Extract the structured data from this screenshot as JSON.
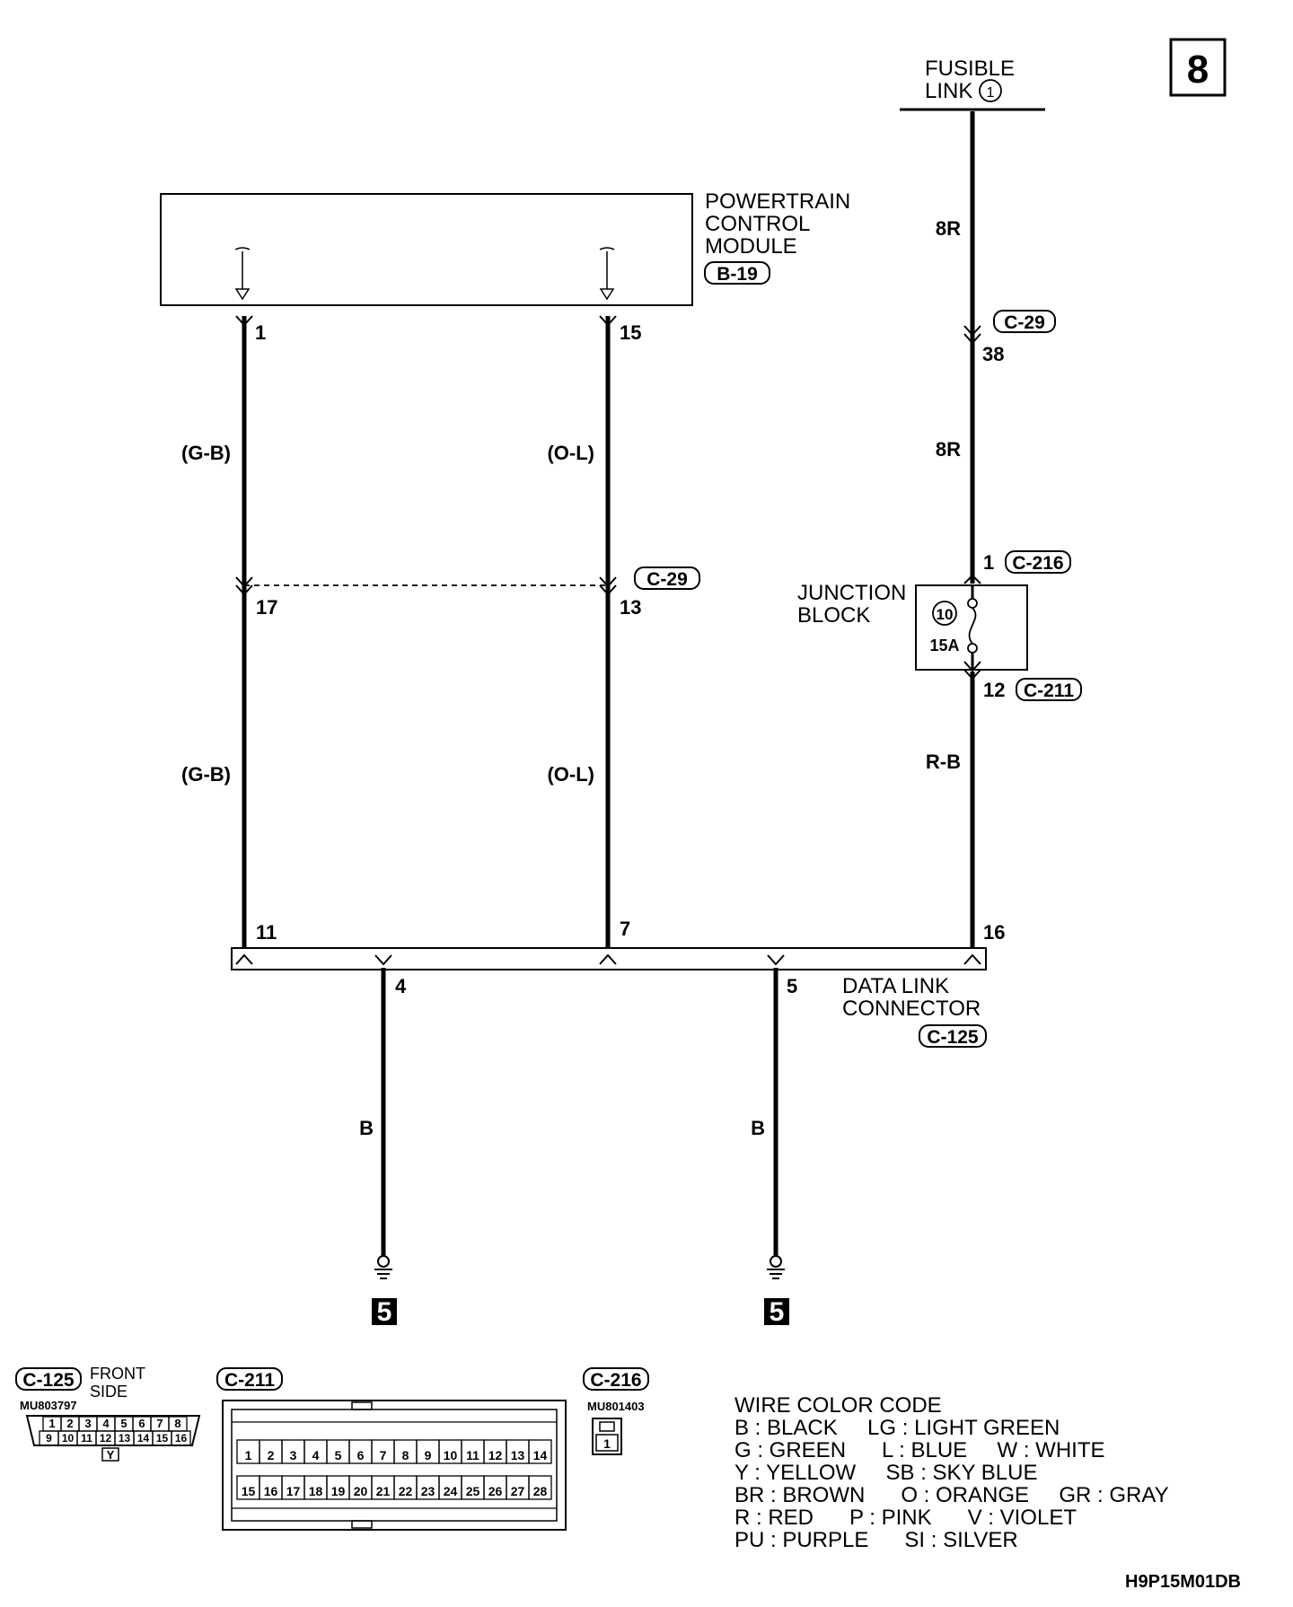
{
  "page_number": "8",
  "diagram_code": "H9P15M01DB",
  "fusible_link": {
    "line1": "FUSIBLE",
    "line2": "LINK",
    "number": "1"
  },
  "pcm": {
    "line1": "POWERTRAIN",
    "line2": "CONTROL",
    "line3": "MODULE",
    "connector": "B-19"
  },
  "junction_block": {
    "line1": "JUNCTION",
    "line2": "BLOCK",
    "fuse_number": "10",
    "fuse_rating": "15A"
  },
  "dlc": {
    "line1": "DATA LINK",
    "line2": "CONNECTOR",
    "connector": "C-125"
  },
  "connectors": {
    "c29_top": "C-29",
    "c29_mid": "C-29",
    "c216": "C-216",
    "c211": "C-211"
  },
  "pins": {
    "pcm_1": "1",
    "pcm_15": "15",
    "c29_38": "38",
    "c29_17": "17",
    "c29_13": "13",
    "c216_1": "1",
    "c211_12": "12",
    "dlc_11": "11",
    "dlc_7": "7",
    "dlc_16": "16",
    "dlc_4": "4",
    "dlc_5": "5"
  },
  "wire_colors": {
    "left_upper": "(G-B)",
    "left_lower": "(G-B)",
    "mid_upper": "(O-L)",
    "mid_lower": "(O-L)",
    "right_top": "8R",
    "right_mid": "8R",
    "right_lower": "R-B",
    "ground_left": "B",
    "ground_right": "B"
  },
  "grounds": {
    "left": "5",
    "right": "5"
  },
  "connector_views": {
    "c125": {
      "label": "C-125",
      "note_line1": "FRONT",
      "note_line2": "SIDE",
      "part": "MU803797",
      "row1": [
        "1",
        "2",
        "3",
        "4",
        "5",
        "6",
        "7",
        "8"
      ],
      "row2": [
        "9",
        "10",
        "11",
        "12",
        "13",
        "14",
        "15",
        "16"
      ],
      "color_tag": "Y"
    },
    "c211": {
      "label": "C-211",
      "row1": [
        "1",
        "2",
        "3",
        "4",
        "5",
        "6",
        "7",
        "8",
        "9",
        "10",
        "11",
        "12",
        "13",
        "14"
      ],
      "row2": [
        "15",
        "16",
        "17",
        "18",
        "19",
        "20",
        "21",
        "22",
        "23",
        "24",
        "25",
        "26",
        "27",
        "28"
      ]
    },
    "c216": {
      "label": "C-216",
      "part": "MU801403",
      "pin": "1"
    }
  },
  "legend": {
    "title": "WIRE COLOR CODE",
    "lines": [
      "B : BLACK     LG : LIGHT GREEN",
      "G : GREEN      L : BLUE     W : WHITE",
      "Y : YELLOW     SB : SKY BLUE",
      "BR : BROWN      O : ORANGE     GR : GRAY",
      "R : RED      P : PINK      V : VIOLET",
      "PU : PURPLE      SI : SILVER"
    ]
  }
}
